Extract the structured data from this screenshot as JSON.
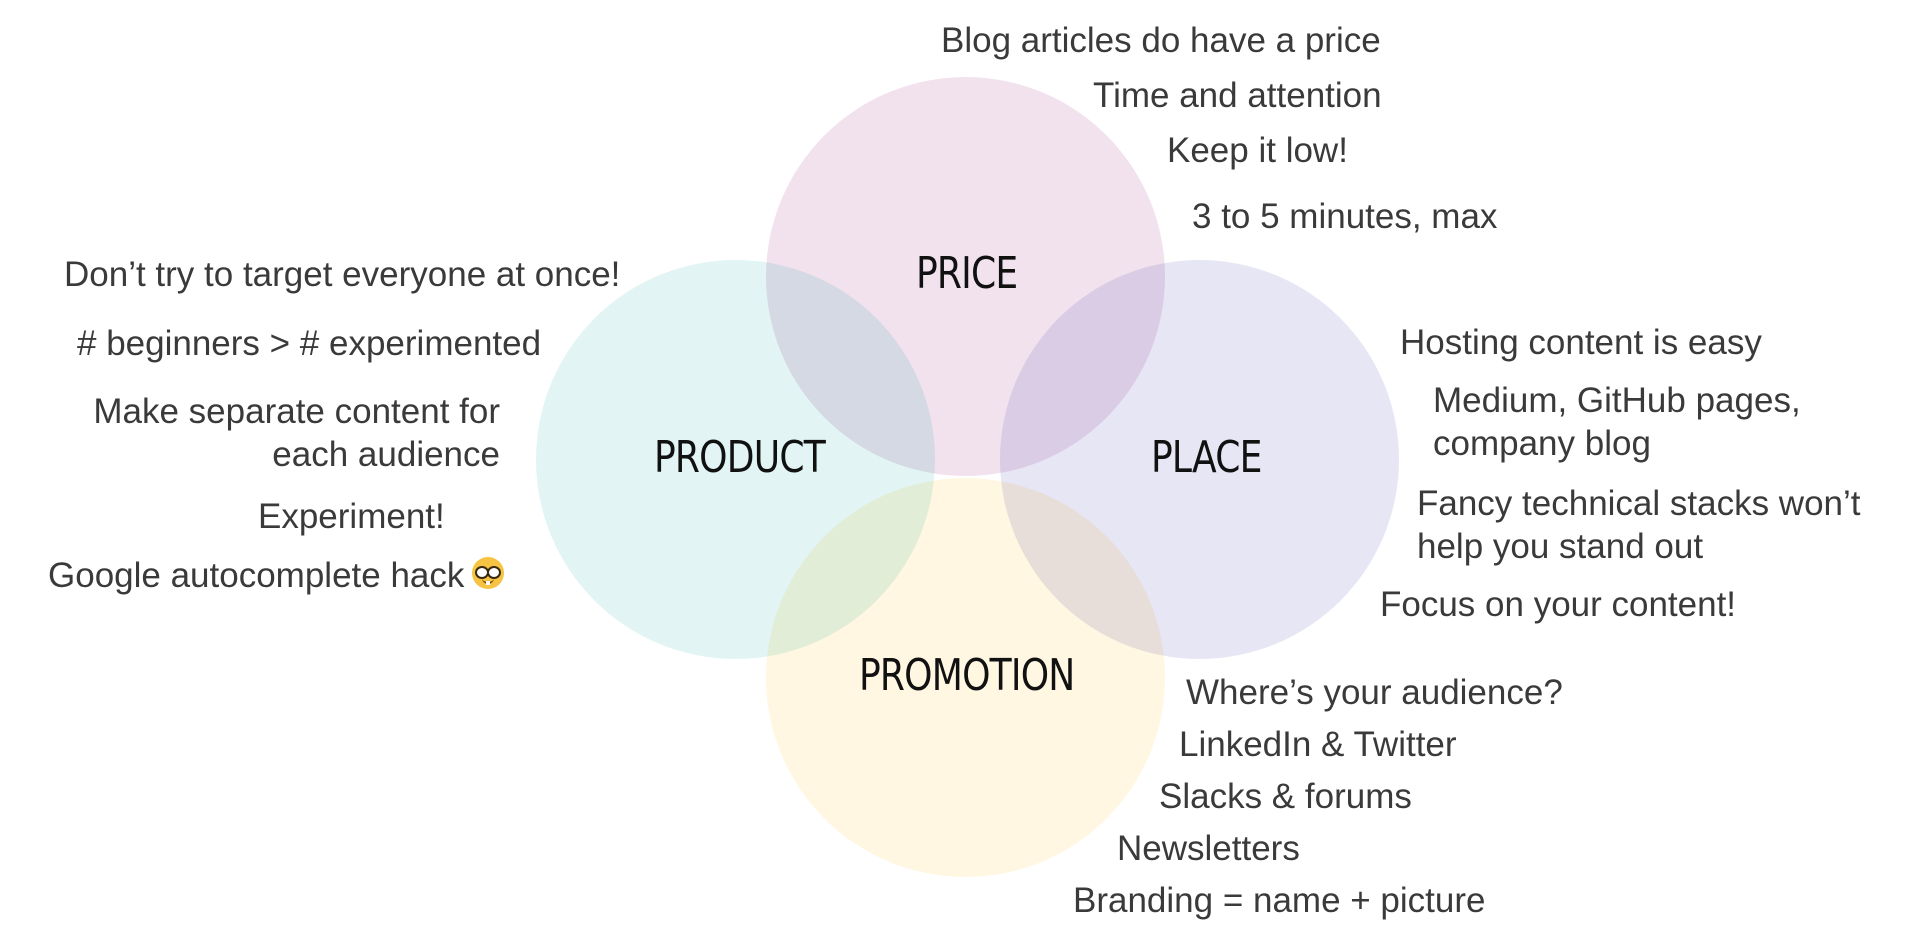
{
  "circles": [
    {
      "id": "price",
      "title": "PRICE",
      "color": "#f1e2ee"
    },
    {
      "id": "product",
      "title": "PRODUCT",
      "color": "#e2f5f4"
    },
    {
      "id": "place",
      "title": "PLACE",
      "color": "#e7e6f5"
    },
    {
      "id": "promotion",
      "title": "PROMOTION",
      "color": "#fff7e2"
    }
  ],
  "price_notes": [
    "Blog articles do have a price",
    "Time and attention",
    "Keep it low!",
    "3 to 5 minutes, max"
  ],
  "product_notes": [
    "Don’t try to target everyone at once!",
    "# beginners > # experimented",
    "Make separate content for",
    "each audience",
    "Experiment!",
    "Google autocomplete hack"
  ],
  "place_notes": [
    "Hosting content is easy",
    "Medium, GitHub pages,",
    "company blog",
    "Fancy technical stacks won’t",
    "help you stand out",
    "Focus on your content!"
  ],
  "promotion_notes": [
    "Where’s your audience?",
    "LinkedIn & Twitter",
    "Slacks & forums",
    "Newsletters",
    "Branding = name + picture"
  ],
  "emoji_icon": "nerd-face-icon"
}
